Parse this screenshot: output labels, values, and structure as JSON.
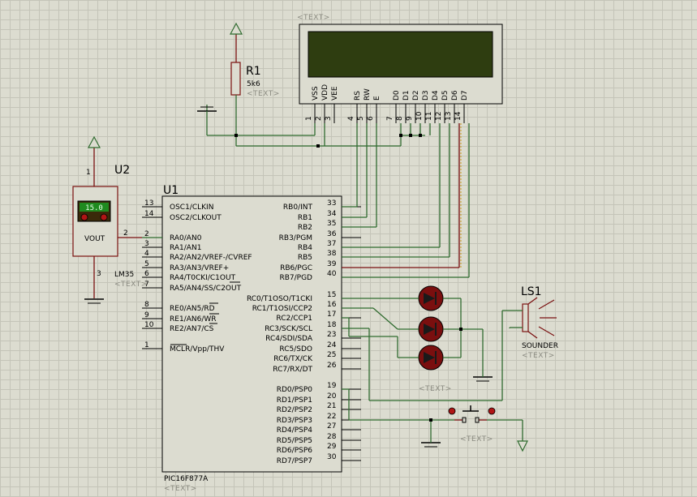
{
  "placeholder_text": "<TEXT>",
  "u1": {
    "ref": "U1",
    "part": "PIC16F877A",
    "left_pins": [
      {
        "num": "13",
        "name": "OSC1/CLKIN"
      },
      {
        "num": "14",
        "name": "OSC2/CLKOUT"
      },
      {
        "num": "2",
        "name": "RA0/AN0"
      },
      {
        "num": "3",
        "name": "RA1/AN1"
      },
      {
        "num": "4",
        "name": "RA2/AN2/VREF-/CVREF"
      },
      {
        "num": "5",
        "name": "RA3/AN3/VREF+"
      },
      {
        "num": "6",
        "name": "RA4/T0CKI/C1OUT"
      },
      {
        "num": "7",
        "name": "RA5/AN4/SS/C2OUT"
      },
      {
        "num": "8",
        "name": "RE0/AN5/RD"
      },
      {
        "num": "9",
        "name": "RE1/AN6/WR"
      },
      {
        "num": "10",
        "name": "RE2/AN7/CS"
      },
      {
        "num": "1",
        "name": "MCLR/Vpp/THV"
      }
    ],
    "right_pins": [
      {
        "num": "33",
        "name": "RB0/INT"
      },
      {
        "num": "34",
        "name": "RB1"
      },
      {
        "num": "35",
        "name": "RB2"
      },
      {
        "num": "36",
        "name": "RB3/PGM"
      },
      {
        "num": "37",
        "name": "RB4"
      },
      {
        "num": "38",
        "name": "RB5"
      },
      {
        "num": "39",
        "name": "RB6/PGC"
      },
      {
        "num": "40",
        "name": "RB7/PGD"
      },
      {
        "num": "15",
        "name": "RC0/T1OSO/T1CKI"
      },
      {
        "num": "16",
        "name": "RC1/T1OSI/CCP2"
      },
      {
        "num": "17",
        "name": "RC2/CCP1"
      },
      {
        "num": "18",
        "name": "RC3/SCK/SCL"
      },
      {
        "num": "23",
        "name": "RC4/SDI/SDA"
      },
      {
        "num": "24",
        "name": "RC5/SDO"
      },
      {
        "num": "25",
        "name": "RC6/TX/CK"
      },
      {
        "num": "26",
        "name": "RC7/RX/DT"
      },
      {
        "num": "19",
        "name": "RD0/PSP0"
      },
      {
        "num": "20",
        "name": "RD1/PSP1"
      },
      {
        "num": "21",
        "name": "RD2/PSP2"
      },
      {
        "num": "22",
        "name": "RD3/PSP3"
      },
      {
        "num": "27",
        "name": "RD4/PSP4"
      },
      {
        "num": "28",
        "name": "RD5/PSP5"
      },
      {
        "num": "29",
        "name": "RD6/PSP6"
      },
      {
        "num": "30",
        "name": "RD7/PSP7"
      }
    ]
  },
  "lcd": {
    "pins": [
      {
        "num": "1",
        "name": "VSS"
      },
      {
        "num": "2",
        "name": "VDD"
      },
      {
        "num": "3",
        "name": "VEE"
      },
      {
        "num": "4",
        "name": "RS"
      },
      {
        "num": "5",
        "name": "RW"
      },
      {
        "num": "6",
        "name": "E"
      },
      {
        "num": "7",
        "name": "D0"
      },
      {
        "num": "8",
        "name": "D1"
      },
      {
        "num": "9",
        "name": "D2"
      },
      {
        "num": "10",
        "name": "D3"
      },
      {
        "num": "11",
        "name": "D4"
      },
      {
        "num": "12",
        "name": "D5"
      },
      {
        "num": "13",
        "name": "D6"
      },
      {
        "num": "14",
        "name": "D7"
      }
    ]
  },
  "r1": {
    "ref": "R1",
    "value": "5k6"
  },
  "u2": {
    "ref": "U2",
    "part": "LM35",
    "display": "15.0",
    "out_label": "VOUT",
    "pin_top": "1",
    "pin_out": "2",
    "pin_gnd": "3"
  },
  "ls1": {
    "ref": "LS1",
    "part": "SOUNDER"
  }
}
